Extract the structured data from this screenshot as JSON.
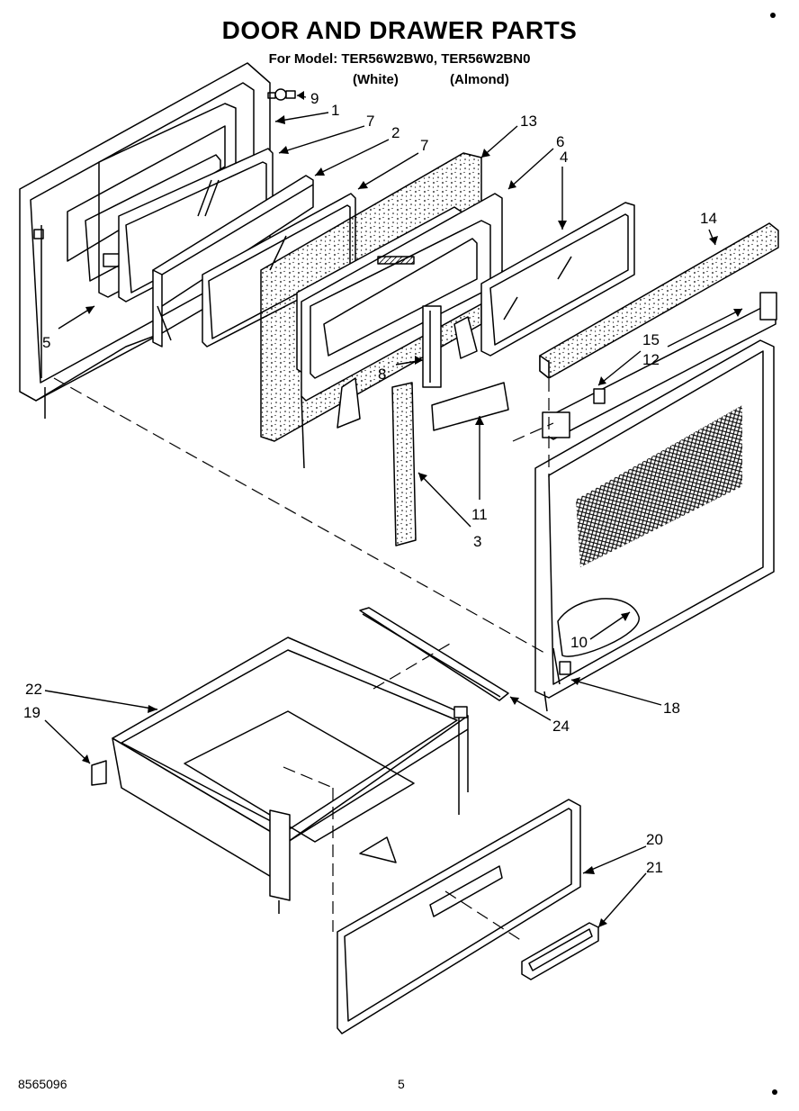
{
  "header": {
    "title": "DOOR AND DRAWER PARTS",
    "model_line": "For Model: TER56W2BW0, TER56W2BN0",
    "variant_white": "(White)",
    "variant_almond": "(Almond)"
  },
  "callouts": [
    "9",
    "1",
    "7",
    "2",
    "7",
    "13",
    "6",
    "4",
    "14",
    "5",
    "15",
    "12",
    "8",
    "11",
    "3",
    "10",
    "18",
    "22",
    "19",
    "24",
    "20",
    "21"
  ],
  "footer": {
    "part_number": "8565096",
    "page_number": "5"
  }
}
